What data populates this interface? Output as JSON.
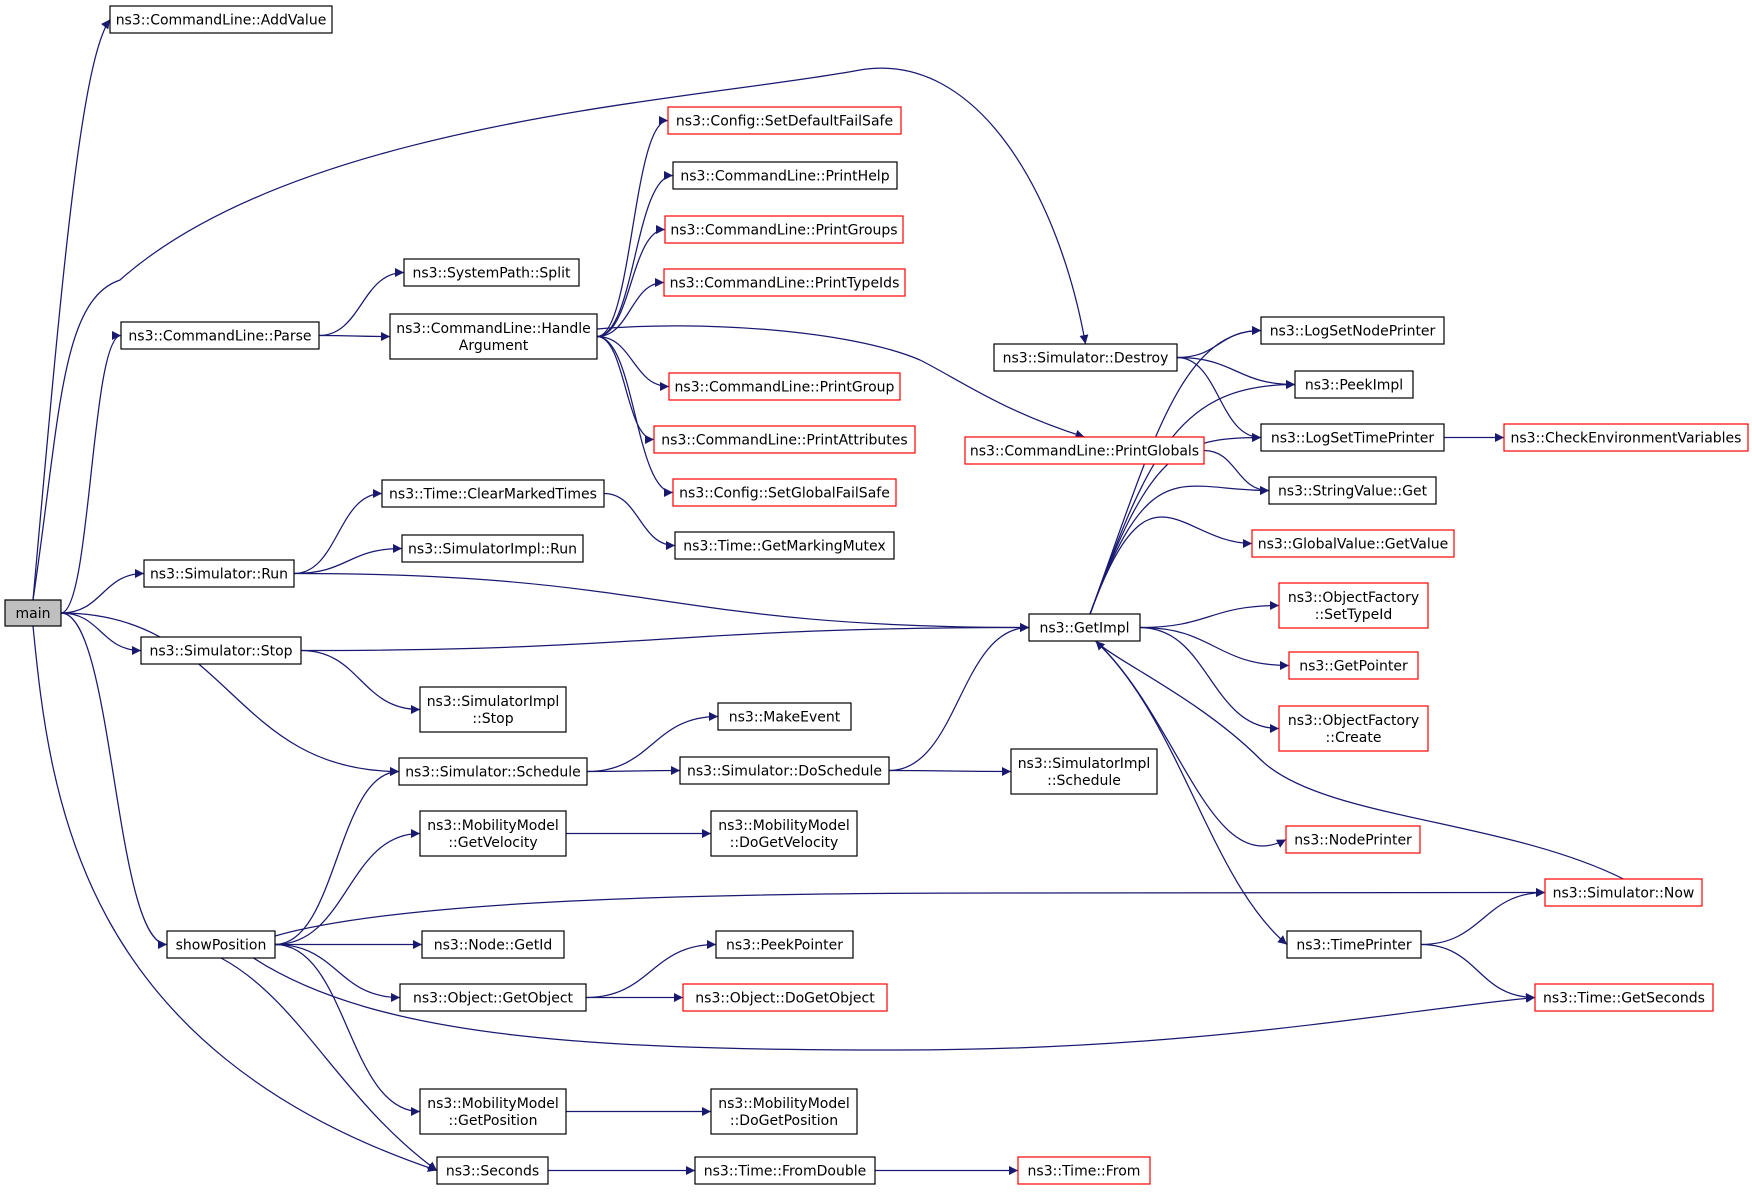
{
  "colors": {
    "edge": "#191970",
    "documented_border": "#000000",
    "undocumented_border": "#ff0000",
    "selected_fill": "#bfbfbf"
  },
  "nodes": {
    "main": {
      "lines": [
        "main"
      ],
      "style": "selected"
    },
    "cmd_addvalue": {
      "lines": [
        "ns3::CommandLine::AddValue"
      ],
      "style": "normal"
    },
    "cmd_parse": {
      "lines": [
        "ns3::CommandLine::Parse"
      ],
      "style": "normal"
    },
    "sim_run": {
      "lines": [
        "ns3::Simulator::Run"
      ],
      "style": "normal"
    },
    "sim_stop": {
      "lines": [
        "ns3::Simulator::Stop"
      ],
      "style": "normal"
    },
    "sim_schedule": {
      "lines": [
        "ns3::Simulator::Schedule"
      ],
      "style": "normal"
    },
    "show_position": {
      "lines": [
        "showPosition"
      ],
      "style": "normal"
    },
    "seconds": {
      "lines": [
        "ns3::Seconds"
      ],
      "style": "normal"
    },
    "sp_split": {
      "lines": [
        "ns3::SystemPath::Split"
      ],
      "style": "normal"
    },
    "handle_arg": {
      "lines": [
        "ns3::CommandLine::Handle",
        "Argument"
      ],
      "style": "normal"
    },
    "clear_marked": {
      "lines": [
        "ns3::Time::ClearMarkedTimes"
      ],
      "style": "normal"
    },
    "simimpl_run": {
      "lines": [
        "ns3::SimulatorImpl::Run"
      ],
      "style": "normal"
    },
    "simimpl_stop": {
      "lines": [
        "ns3::SimulatorImpl",
        "::Stop"
      ],
      "style": "normal"
    },
    "mm_getvel": {
      "lines": [
        "ns3::MobilityModel",
        "::GetVelocity"
      ],
      "style": "normal"
    },
    "node_getid": {
      "lines": [
        "ns3::Node::GetId"
      ],
      "style": "normal"
    },
    "obj_getobject": {
      "lines": [
        "ns3::Object::GetObject"
      ],
      "style": "normal"
    },
    "mm_getpos": {
      "lines": [
        "ns3::MobilityModel",
        "::GetPosition"
      ],
      "style": "normal"
    },
    "cfg_setdefault": {
      "lines": [
        "ns3::Config::SetDefaultFailSafe"
      ],
      "style": "red"
    },
    "print_help": {
      "lines": [
        "ns3::CommandLine::PrintHelp"
      ],
      "style": "normal"
    },
    "print_groups": {
      "lines": [
        "ns3::CommandLine::PrintGroups"
      ],
      "style": "red"
    },
    "print_typeids": {
      "lines": [
        "ns3::CommandLine::PrintTypeIds"
      ],
      "style": "red"
    },
    "print_group": {
      "lines": [
        "ns3::CommandLine::PrintGroup"
      ],
      "style": "red"
    },
    "print_attrs": {
      "lines": [
        "ns3::CommandLine::PrintAttributes"
      ],
      "style": "red"
    },
    "cfg_setglobal": {
      "lines": [
        "ns3::Config::SetGlobalFailSafe"
      ],
      "style": "red"
    },
    "get_marking_mutex": {
      "lines": [
        "ns3::Time::GetMarkingMutex"
      ],
      "style": "normal"
    },
    "make_event": {
      "lines": [
        "ns3::MakeEvent"
      ],
      "style": "normal"
    },
    "sim_doschedule": {
      "lines": [
        "ns3::Simulator::DoSchedule"
      ],
      "style": "normal"
    },
    "mm_dogetvel": {
      "lines": [
        "ns3::MobilityModel",
        "::DoGetVelocity"
      ],
      "style": "normal"
    },
    "peek_pointer": {
      "lines": [
        "ns3::PeekPointer"
      ],
      "style": "normal"
    },
    "obj_dogetobject": {
      "lines": [
        "ns3::Object::DoGetObject"
      ],
      "style": "red"
    },
    "mm_dogetpos": {
      "lines": [
        "ns3::MobilityModel",
        "::DoGetPosition"
      ],
      "style": "normal"
    },
    "time_fromdouble": {
      "lines": [
        "ns3::Time::FromDouble"
      ],
      "style": "normal"
    },
    "sim_destroy": {
      "lines": [
        "ns3::Simulator::Destroy"
      ],
      "style": "normal"
    },
    "print_globals": {
      "lines": [
        "ns3::CommandLine::PrintGlobals"
      ],
      "style": "red"
    },
    "get_impl": {
      "lines": [
        "ns3::GetImpl"
      ],
      "style": "normal"
    },
    "simimpl_schedule": {
      "lines": [
        "ns3::SimulatorImpl",
        "::Schedule"
      ],
      "style": "normal"
    },
    "time_from": {
      "lines": [
        "ns3::Time::From"
      ],
      "style": "red"
    },
    "log_set_node_printer": {
      "lines": [
        "ns3::LogSetNodePrinter"
      ],
      "style": "normal"
    },
    "peek_impl": {
      "lines": [
        "ns3::PeekImpl"
      ],
      "style": "normal"
    },
    "log_set_time_printer": {
      "lines": [
        "ns3::LogSetTimePrinter"
      ],
      "style": "normal"
    },
    "string_value_get": {
      "lines": [
        "ns3::StringValue::Get"
      ],
      "style": "normal"
    },
    "global_value_get": {
      "lines": [
        "ns3::GlobalValue::GetValue"
      ],
      "style": "red"
    },
    "of_settypeid": {
      "lines": [
        "ns3::ObjectFactory",
        "::SetTypeId"
      ],
      "style": "red"
    },
    "get_pointer": {
      "lines": [
        "ns3::GetPointer"
      ],
      "style": "red"
    },
    "of_create": {
      "lines": [
        "ns3::ObjectFactory",
        "::Create"
      ],
      "style": "red"
    },
    "node_printer": {
      "lines": [
        "ns3::NodePrinter"
      ],
      "style": "red"
    },
    "time_printer": {
      "lines": [
        "ns3::TimePrinter"
      ],
      "style": "normal"
    },
    "check_env": {
      "lines": [
        "ns3::CheckEnvironmentVariables"
      ],
      "style": "red"
    },
    "sim_now": {
      "lines": [
        "ns3::Simulator::Now"
      ],
      "style": "red"
    },
    "time_getseconds": {
      "lines": [
        "ns3::Time::GetSeconds"
      ],
      "style": "red"
    }
  },
  "edges": [
    {
      "from": "main",
      "to": "cmd_addvalue"
    },
    {
      "from": "main",
      "to": "sim_destroy"
    },
    {
      "from": "main",
      "to": "cmd_parse"
    },
    {
      "from": "main",
      "to": "sim_run"
    },
    {
      "from": "main",
      "to": "sim_stop"
    },
    {
      "from": "main",
      "to": "sim_schedule"
    },
    {
      "from": "main",
      "to": "show_position"
    },
    {
      "from": "main",
      "to": "seconds"
    },
    {
      "from": "cmd_parse",
      "to": "sp_split"
    },
    {
      "from": "cmd_parse",
      "to": "handle_arg"
    },
    {
      "from": "handle_arg",
      "to": "cfg_setdefault"
    },
    {
      "from": "handle_arg",
      "to": "print_help"
    },
    {
      "from": "handle_arg",
      "to": "print_groups"
    },
    {
      "from": "handle_arg",
      "to": "print_typeids"
    },
    {
      "from": "handle_arg",
      "to": "print_group"
    },
    {
      "from": "handle_arg",
      "to": "print_attrs"
    },
    {
      "from": "handle_arg",
      "to": "cfg_setglobal"
    },
    {
      "from": "handle_arg",
      "to": "print_globals"
    },
    {
      "from": "sim_run",
      "to": "clear_marked"
    },
    {
      "from": "sim_run",
      "to": "simimpl_run"
    },
    {
      "from": "sim_run",
      "to": "get_impl"
    },
    {
      "from": "clear_marked",
      "to": "get_marking_mutex"
    },
    {
      "from": "sim_stop",
      "to": "get_impl"
    },
    {
      "from": "sim_stop",
      "to": "simimpl_stop"
    },
    {
      "from": "sim_schedule",
      "to": "make_event"
    },
    {
      "from": "sim_schedule",
      "to": "sim_doschedule"
    },
    {
      "from": "sim_doschedule",
      "to": "get_impl"
    },
    {
      "from": "sim_doschedule",
      "to": "simimpl_schedule"
    },
    {
      "from": "show_position",
      "to": "sim_schedule"
    },
    {
      "from": "show_position",
      "to": "mm_getvel"
    },
    {
      "from": "show_position",
      "to": "sim_now"
    },
    {
      "from": "show_position",
      "to": "node_getid"
    },
    {
      "from": "show_position",
      "to": "obj_getobject"
    },
    {
      "from": "show_position",
      "to": "time_getseconds"
    },
    {
      "from": "show_position",
      "to": "mm_getpos"
    },
    {
      "from": "show_position",
      "to": "seconds"
    },
    {
      "from": "mm_getvel",
      "to": "mm_dogetvel"
    },
    {
      "from": "obj_getobject",
      "to": "peek_pointer"
    },
    {
      "from": "obj_getobject",
      "to": "obj_dogetobject"
    },
    {
      "from": "mm_getpos",
      "to": "mm_dogetpos"
    },
    {
      "from": "seconds",
      "to": "time_fromdouble"
    },
    {
      "from": "time_fromdouble",
      "to": "time_from"
    },
    {
      "from": "sim_destroy",
      "to": "log_set_node_printer"
    },
    {
      "from": "sim_destroy",
      "to": "peek_impl"
    },
    {
      "from": "sim_destroy",
      "to": "log_set_time_printer"
    },
    {
      "from": "print_globals",
      "to": "string_value_get"
    },
    {
      "from": "get_impl",
      "to": "log_set_node_printer"
    },
    {
      "from": "get_impl",
      "to": "peek_impl"
    },
    {
      "from": "get_impl",
      "to": "log_set_time_printer"
    },
    {
      "from": "get_impl",
      "to": "string_value_get"
    },
    {
      "from": "get_impl",
      "to": "global_value_get"
    },
    {
      "from": "get_impl",
      "to": "of_settypeid"
    },
    {
      "from": "get_impl",
      "to": "get_pointer"
    },
    {
      "from": "get_impl",
      "to": "of_create"
    },
    {
      "from": "get_impl",
      "to": "node_printer"
    },
    {
      "from": "get_impl",
      "to": "time_printer"
    },
    {
      "from": "log_set_time_printer",
      "to": "check_env"
    },
    {
      "from": "time_printer",
      "to": "sim_now"
    },
    {
      "from": "time_printer",
      "to": "time_getseconds"
    },
    {
      "from": "sim_now",
      "to": "get_impl"
    }
  ]
}
